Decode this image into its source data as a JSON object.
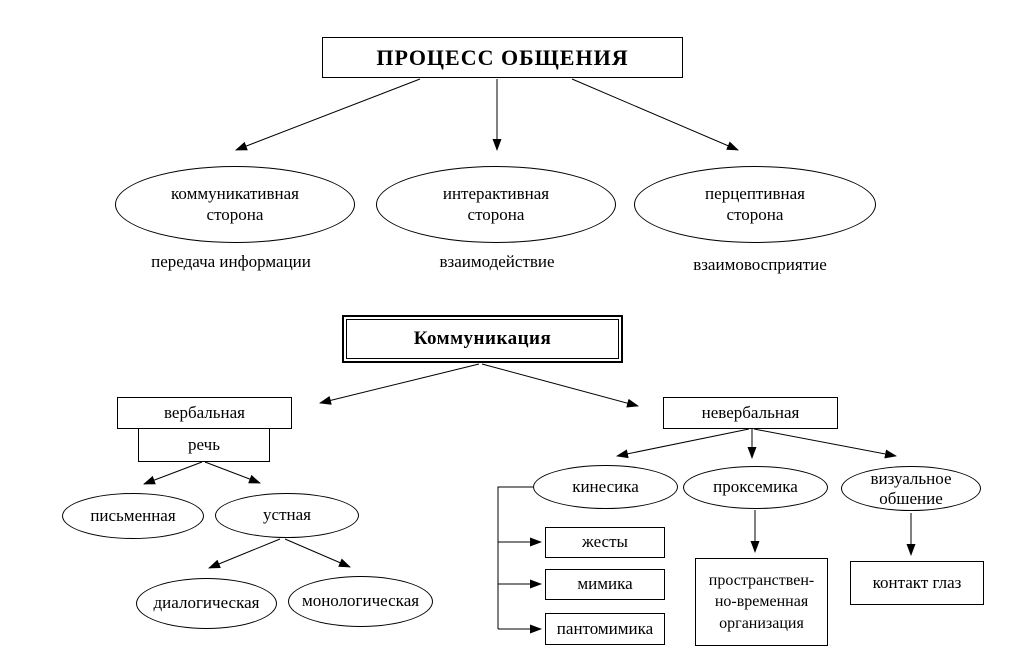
{
  "process": {
    "title": "ПРОЦЕСС ОБЩЕНИЯ",
    "sides": [
      {
        "line1": "коммуникативная",
        "line2": "сторона",
        "caption": "передача информации"
      },
      {
        "line1": "интерактивная",
        "line2": "сторона",
        "caption": "взаимодействие"
      },
      {
        "line1": "перцептивная",
        "line2": "сторона",
        "caption": "взаимовосприятие"
      }
    ]
  },
  "communication": {
    "title": "Коммуникация",
    "verbal": {
      "label": "вербальная",
      "speech": "речь",
      "written": "письменная",
      "oral": "устная",
      "dialogical": "диалогическая",
      "monological": "монологическая"
    },
    "nonverbal": {
      "label": "невербальная",
      "kinesics": {
        "label": "кинесика",
        "items": [
          "жесты",
          "мимика",
          "пантомимика"
        ]
      },
      "proxemics": {
        "label": "проксемика",
        "target_lines": [
          "пространствен-",
          "но-временная",
          "организация"
        ]
      },
      "visual": {
        "line1": "визуальное",
        "line2": "обшение",
        "target": "контакт глаз"
      }
    }
  }
}
